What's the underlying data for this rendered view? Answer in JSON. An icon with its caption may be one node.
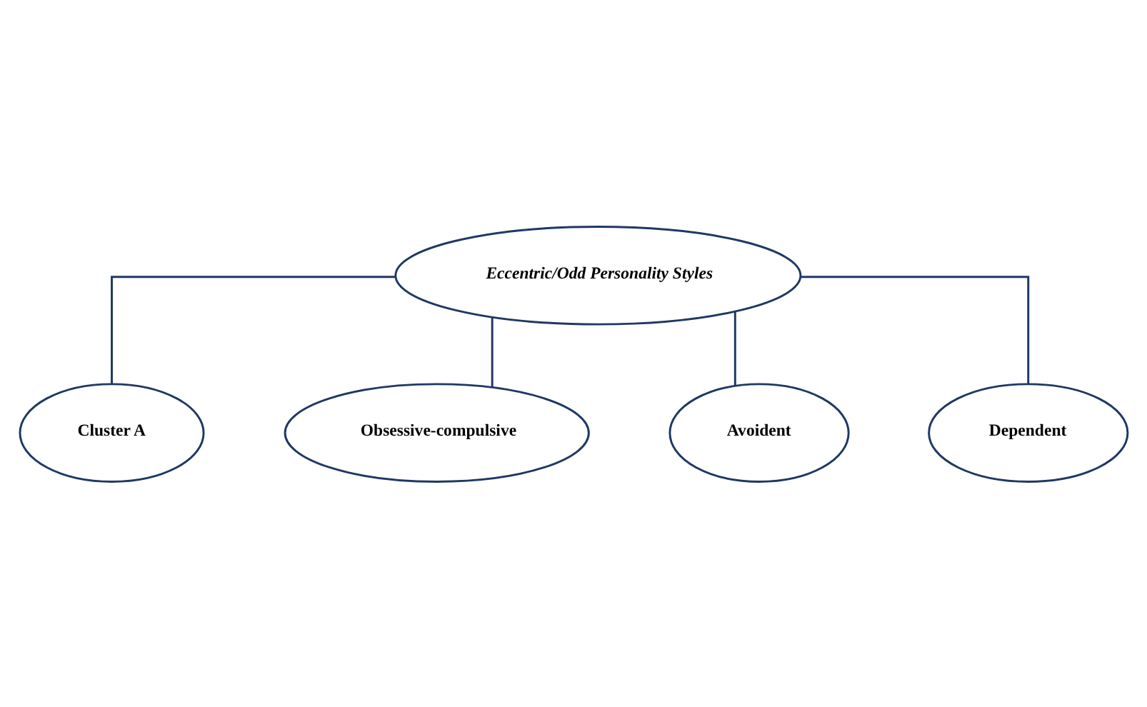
{
  "diagram": {
    "nodes": [
      {
        "text": [
          "Eccentric/Odd Personality Styles"
        ]
      },
      {
        "text": [
          "Cluster A"
        ]
      },
      {
        "text": [
          "Obsessive-compulsive"
        ]
      },
      {
        "text": [
          "Avoident"
        ]
      },
      {
        "text": [
          "Dependent"
        ]
      }
    ],
    "edges": [
      {
        "from": 0,
        "to": 1,
        "arrow": "none"
      },
      {
        "from": 0,
        "to": 2,
        "arrow": "none"
      },
      {
        "from": 0,
        "to": 3,
        "arrow": "none"
      },
      {
        "from": 0,
        "to": 4,
        "arrow": "none"
      }
    ]
  }
}
